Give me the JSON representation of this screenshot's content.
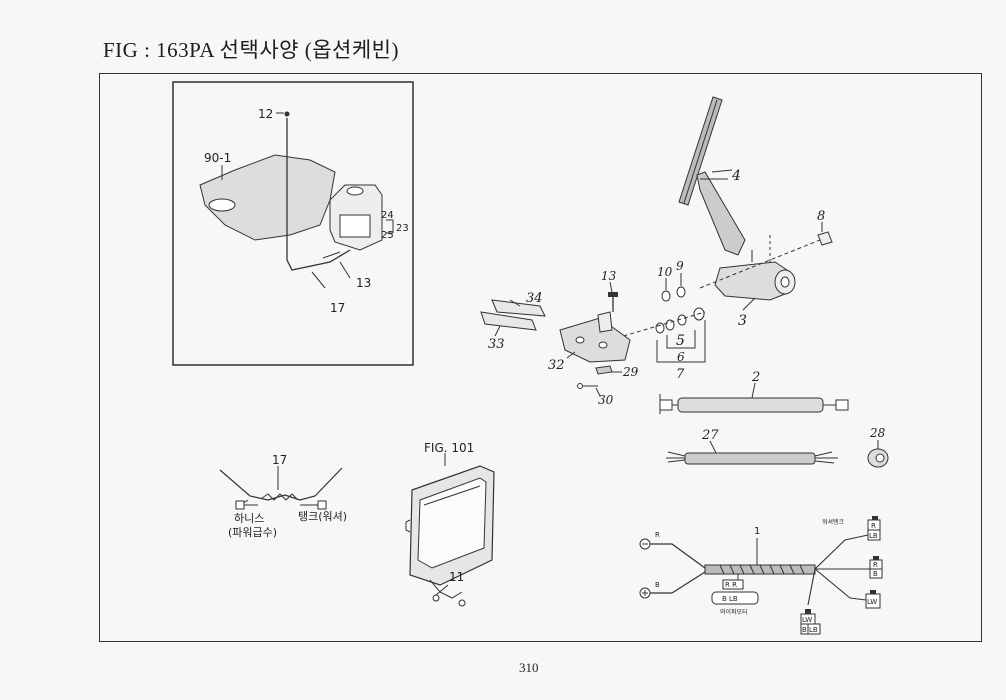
{
  "title": "FIG : 163PA 선택사양 (옵션케빈)",
  "page_number": "310",
  "inset": {
    "labels": [
      "12",
      "90-1",
      "24",
      "25",
      "23",
      "13",
      "17"
    ]
  },
  "wiper": {
    "labels": [
      "4",
      "8",
      "10",
      "9",
      "13",
      "3",
      "34",
      "33",
      "5",
      "6",
      "7",
      "32",
      "29",
      "30",
      "2",
      "27",
      "28"
    ]
  },
  "harness_small": {
    "ref": "17",
    "left_caption": "하니스",
    "left_caption2": "(파워급수)",
    "right_caption": "탱크(워셔)"
  },
  "cabin": {
    "fig_ref": "FIG. 101",
    "part": "11"
  },
  "wiring": {
    "ref": "1",
    "terminal_r": "R",
    "terminal_b": "B",
    "tank_label": "워셔탱크",
    "connector_top": "R",
    "connector_top2": "LB",
    "connector_mid": "R",
    "connector_mid2": "B",
    "connector_low": "LW",
    "connector_bot": "LW",
    "connector_bot2": "B",
    "connector_bot3": "LB",
    "center_plug": "R R",
    "center_plug2": "B LB",
    "center_caption": "와이퍼모터"
  },
  "colors": {
    "ink": "#222222",
    "paper": "#f7f7f5",
    "frame": "#333333"
  }
}
